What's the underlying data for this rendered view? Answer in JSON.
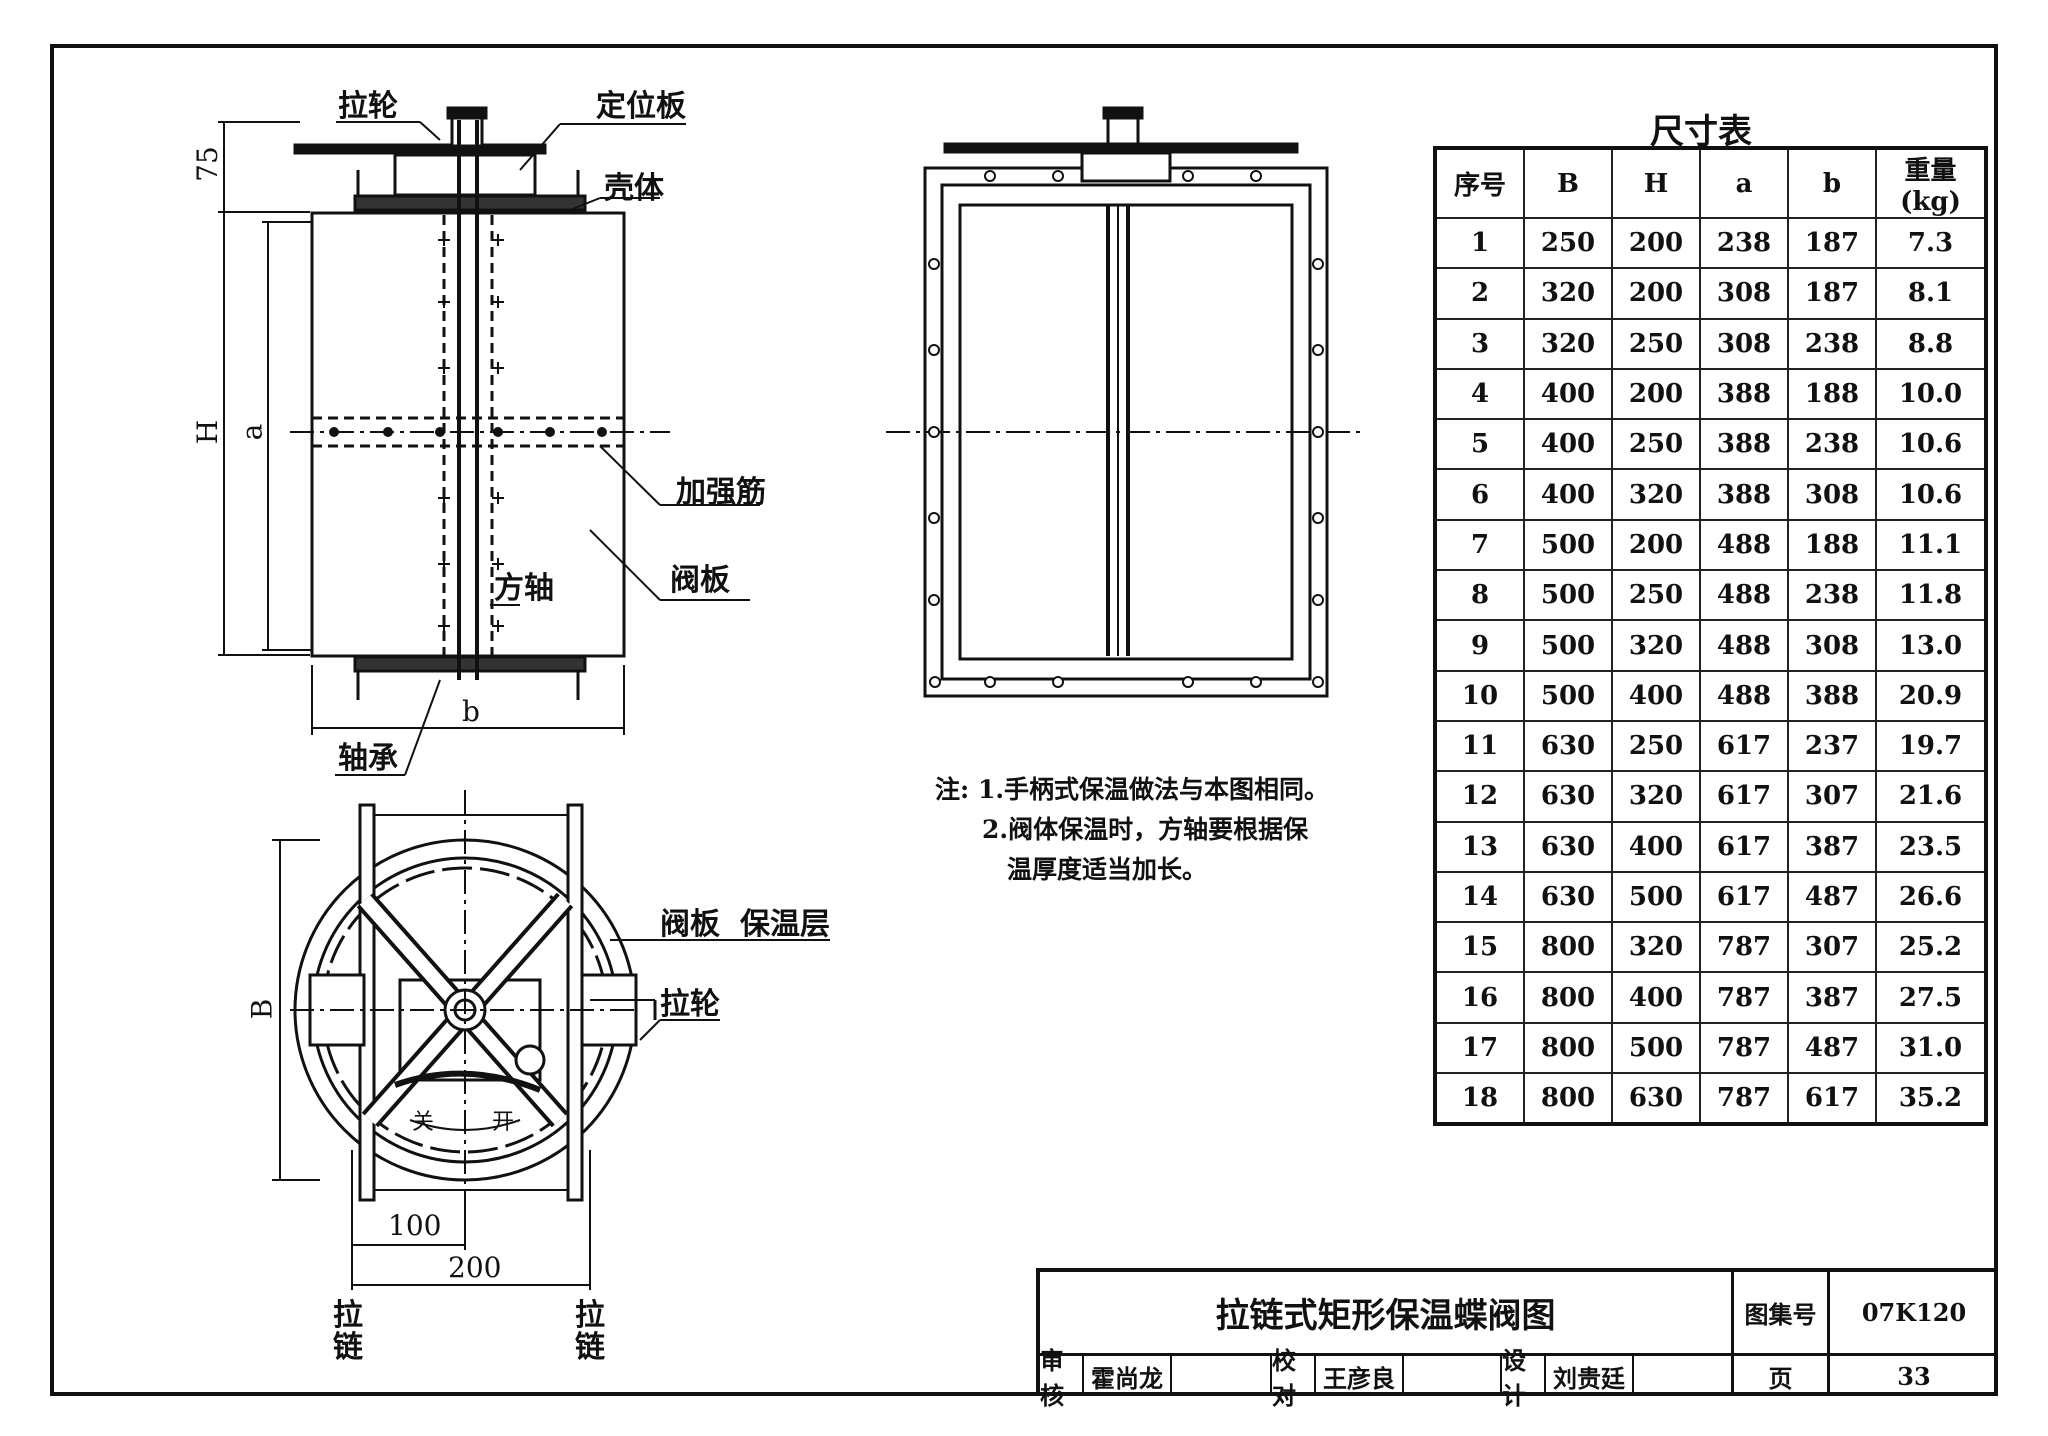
{
  "labels": {
    "pull_wheel_top": "拉轮",
    "positioning_plate": "定位板",
    "shell": "壳体",
    "stiffener": "加强筋",
    "valve_plate": "阀板",
    "square_shaft": "方轴",
    "bearing": "轴承",
    "valve_plate_bottom": "阀板",
    "insulation_layer": "保温层",
    "pull_wheel_bottom": "拉轮",
    "close": "关",
    "open": "开",
    "chain_left": "拉链",
    "chain_right": "拉链"
  },
  "dimensions": {
    "d75": "75",
    "H": "H",
    "a": "a",
    "b": "b",
    "B": "B",
    "d100": "100",
    "d200": "200"
  },
  "notes": {
    "prefix": "注:",
    "line1": "1.手柄式保温做法与本图相同。",
    "line2": "2.阀体保温时，方轴要根据保",
    "line3": "温厚度适当加长。"
  },
  "table": {
    "title": "尺寸表",
    "headers": [
      "序号",
      "B",
      "H",
      "a",
      "b",
      "重量(kg)"
    ],
    "rows": [
      [
        "1",
        "250",
        "200",
        "238",
        "187",
        "7.3"
      ],
      [
        "2",
        "320",
        "200",
        "308",
        "187",
        "8.1"
      ],
      [
        "3",
        "320",
        "250",
        "308",
        "238",
        "8.8"
      ],
      [
        "4",
        "400",
        "200",
        "388",
        "188",
        "10.0"
      ],
      [
        "5",
        "400",
        "250",
        "388",
        "238",
        "10.6"
      ],
      [
        "6",
        "400",
        "320",
        "388",
        "308",
        "10.6"
      ],
      [
        "7",
        "500",
        "200",
        "488",
        "188",
        "11.1"
      ],
      [
        "8",
        "500",
        "250",
        "488",
        "238",
        "11.8"
      ],
      [
        "9",
        "500",
        "320",
        "488",
        "308",
        "13.0"
      ],
      [
        "10",
        "500",
        "400",
        "488",
        "388",
        "20.9"
      ],
      [
        "11",
        "630",
        "250",
        "617",
        "237",
        "19.7"
      ],
      [
        "12",
        "630",
        "320",
        "617",
        "307",
        "21.6"
      ],
      [
        "13",
        "630",
        "400",
        "617",
        "387",
        "23.5"
      ],
      [
        "14",
        "630",
        "500",
        "617",
        "487",
        "26.6"
      ],
      [
        "15",
        "800",
        "320",
        "787",
        "307",
        "25.2"
      ],
      [
        "16",
        "800",
        "400",
        "787",
        "387",
        "27.5"
      ],
      [
        "17",
        "800",
        "500",
        "787",
        "487",
        "31.0"
      ],
      [
        "18",
        "800",
        "630",
        "787",
        "617",
        "35.2"
      ]
    ]
  },
  "title_block": {
    "drawing_title": "拉链式矩形保温蝶阀图",
    "atlas_label": "图集号",
    "atlas_no": "07K120",
    "review_label": "审核",
    "reviewer": "霍尚龙",
    "check_label": "校对",
    "checker": "王彦良",
    "design_label": "设计",
    "designer": "刘贵廷",
    "page_label": "页",
    "page_no": "33"
  }
}
